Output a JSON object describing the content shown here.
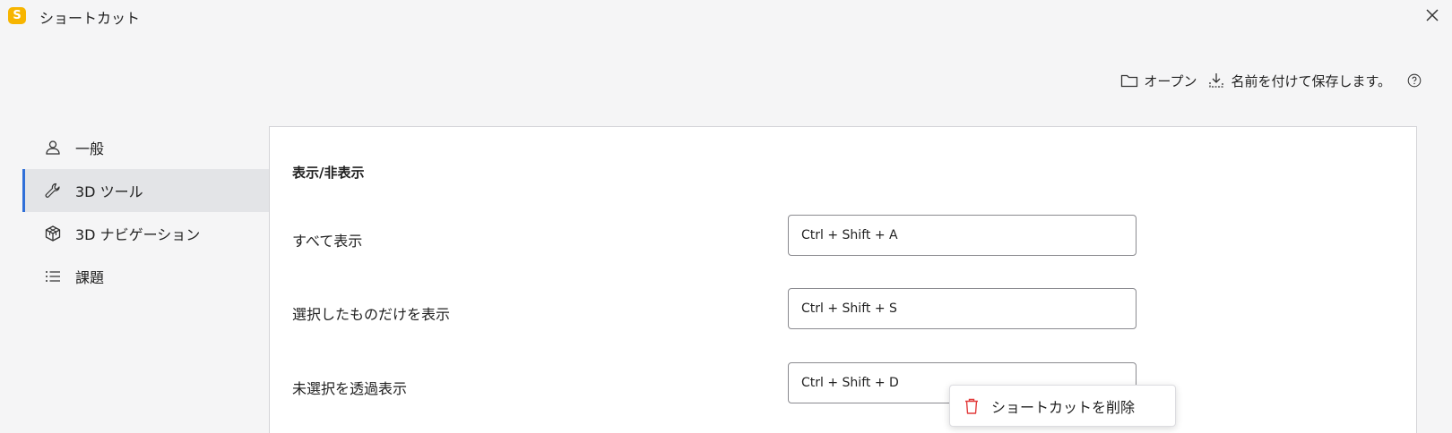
{
  "window": {
    "logo_letter": "S",
    "title": "ショートカット"
  },
  "toolbar": {
    "open_label": "オープン",
    "save_as_label": "名前を付けて保存します。"
  },
  "sidebar": {
    "items": [
      {
        "label": "一般",
        "icon": "person-icon"
      },
      {
        "label": "3D ツール",
        "icon": "wrench-icon",
        "active": true
      },
      {
        "label": "3D ナビゲーション",
        "icon": "cube-icon"
      },
      {
        "label": "課題",
        "icon": "list-icon"
      }
    ]
  },
  "panel": {
    "section_title": "表示/非表示",
    "rows": [
      {
        "label": "すべて表示",
        "shortcut": "Ctrl + Shift + A"
      },
      {
        "label": "選択したものだけを表示",
        "shortcut": "Ctrl + Shift + S"
      },
      {
        "label": "未選択を透過表示",
        "shortcut": "Ctrl + Shift + D"
      }
    ]
  },
  "context_menu": {
    "delete_label": "ショートカットを削除"
  },
  "colors": {
    "accent": "#2f6fd8",
    "logo": "#f7b500",
    "delete_icon": "#e23b3b",
    "active_nav_bg": "#e3e4e7"
  }
}
